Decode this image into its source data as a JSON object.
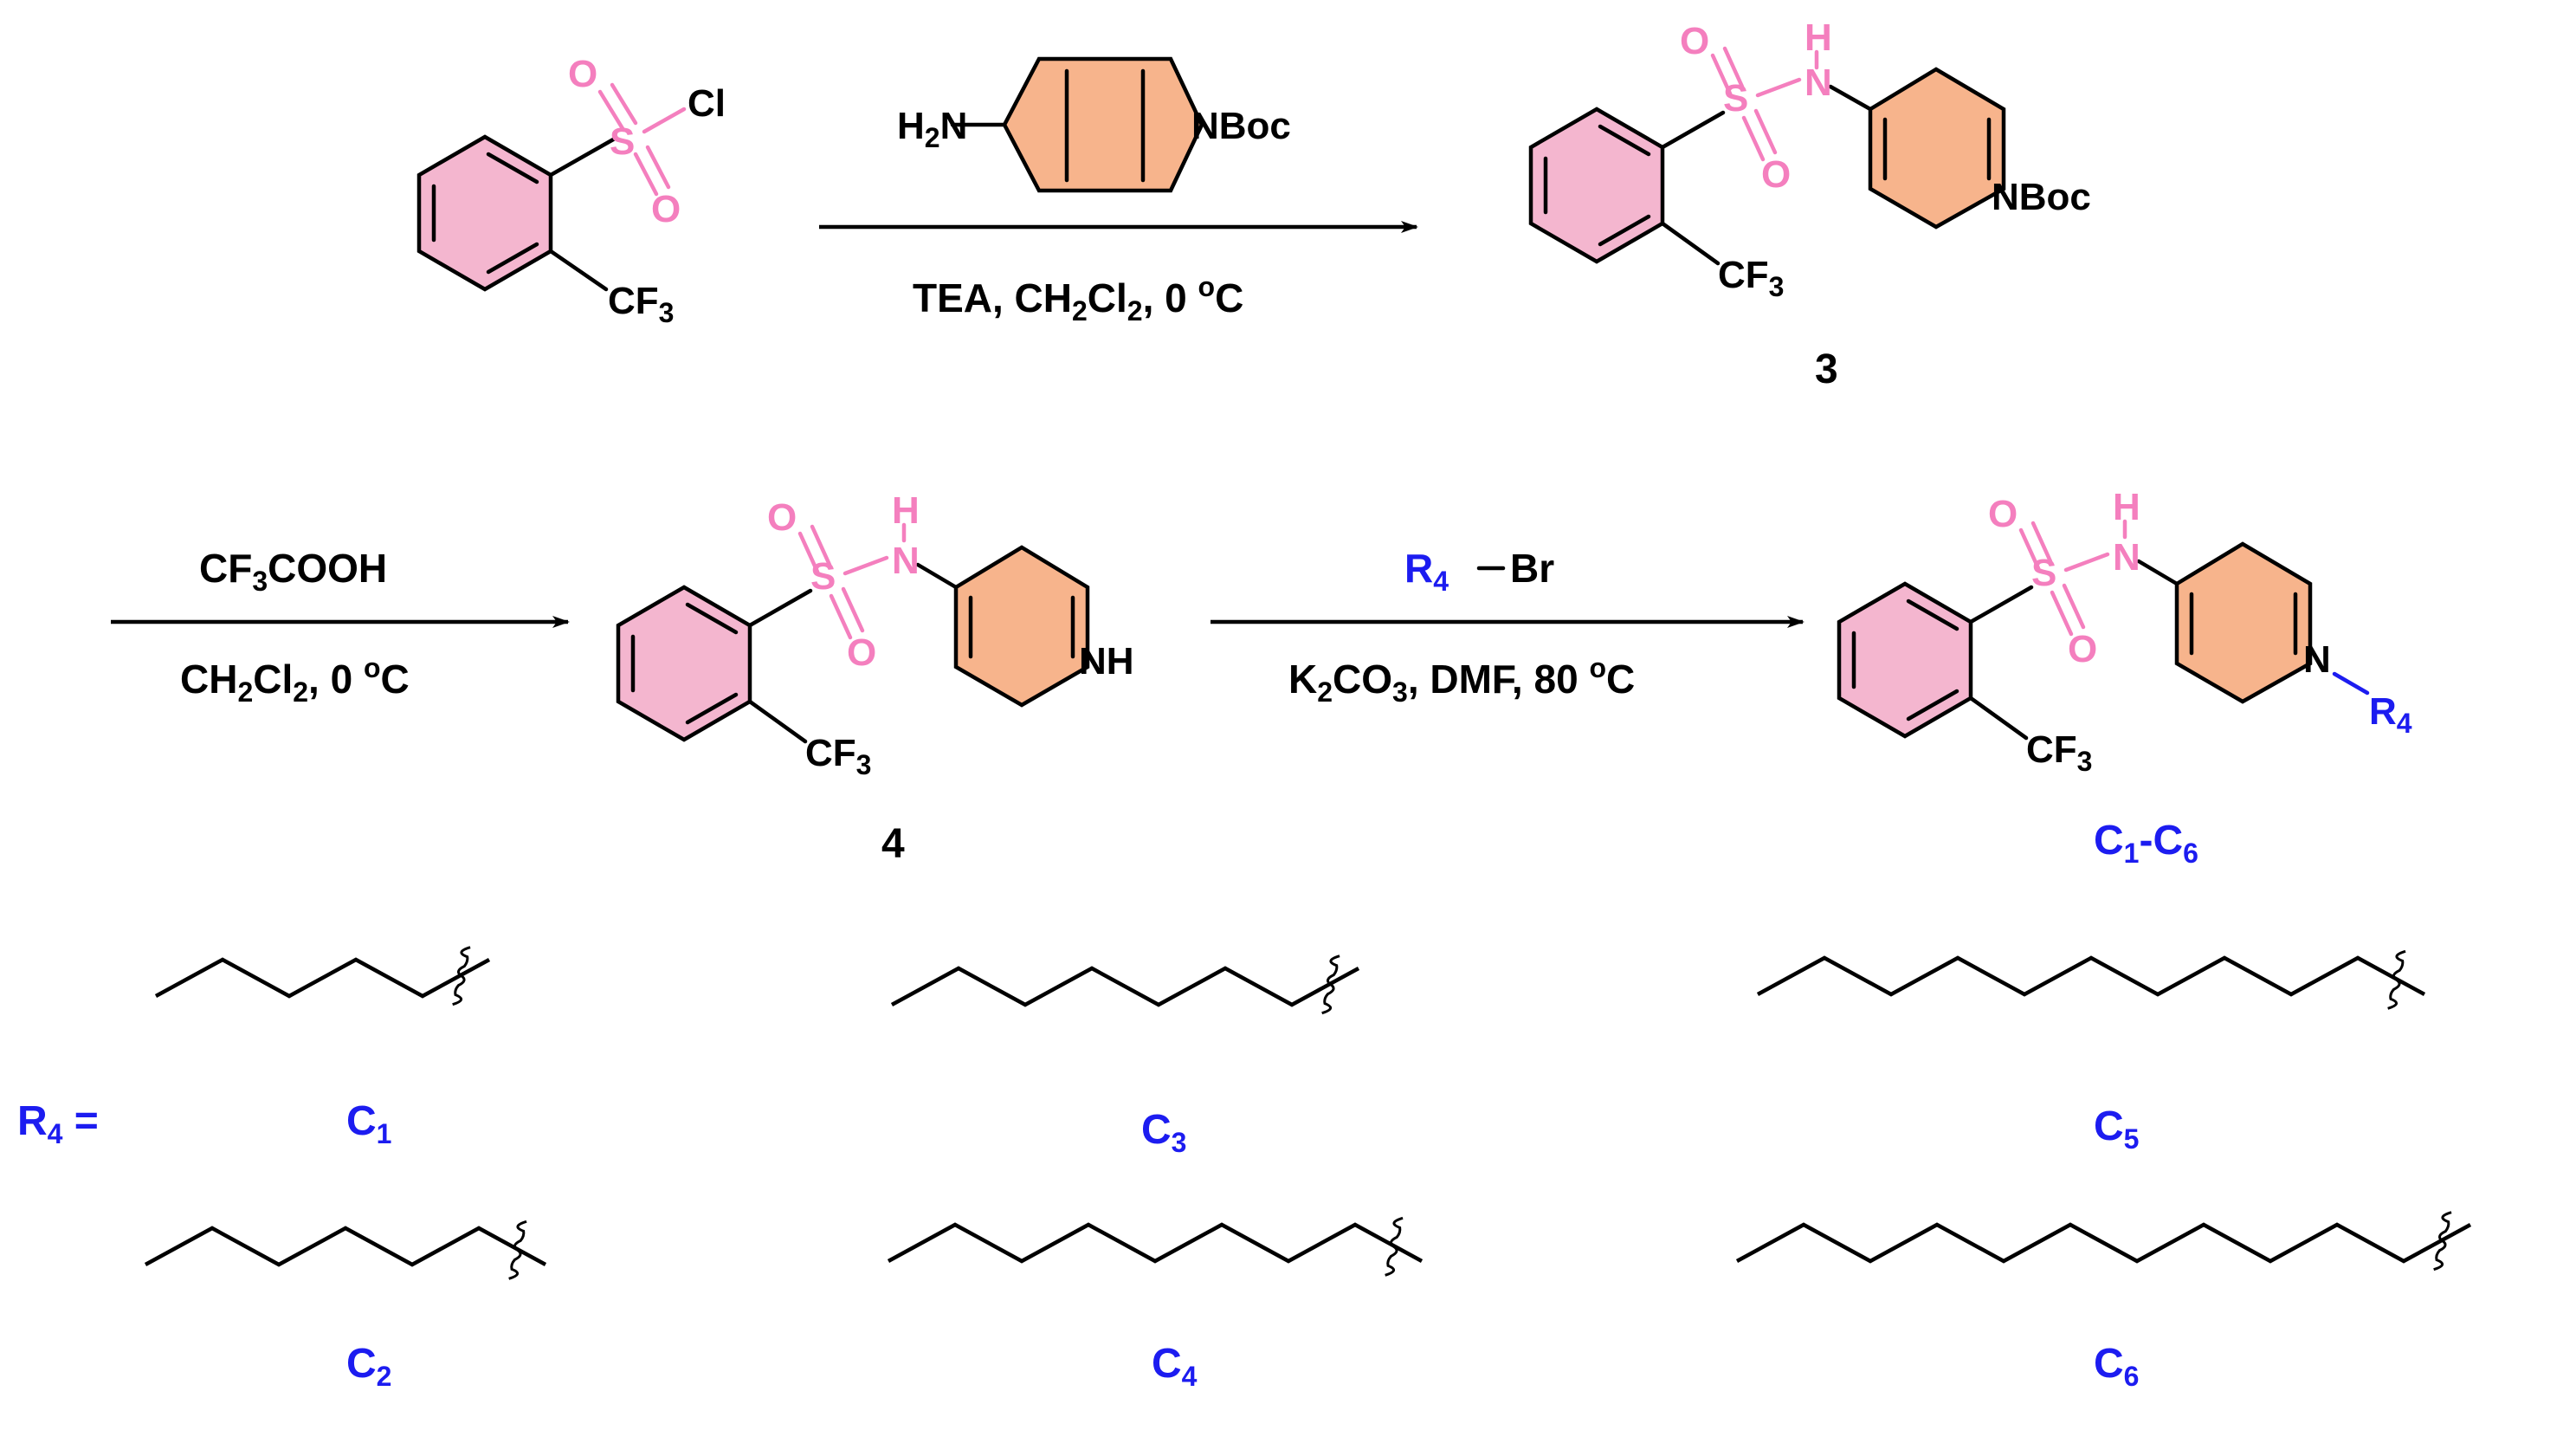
{
  "colors": {
    "benzene_fill": "#f4b6cf",
    "piperidine_fill": "#f7b48c",
    "sulfonyl": "#f47fbe",
    "r_group": "#1c1cf0",
    "bond": "#000000"
  },
  "compounds": {
    "sulfonyl_chloride": {
      "cl": "Cl",
      "o": "O",
      "s": "S",
      "cf": "CF",
      "cf_sub": "3"
    },
    "compound3": {
      "label": "3",
      "nh_h": "H",
      "nh_n": "N",
      "nboc": "NBoc"
    },
    "compound4": {
      "label": "4",
      "nh": "NH"
    },
    "products": {
      "label_c": "C",
      "label_sub1": "1",
      "label_dash": "-",
      "label_sub2": "6",
      "n": "N",
      "r": "R",
      "r_sub": "4"
    }
  },
  "reagents": {
    "amine_h": "H",
    "amine_h_sub": "2",
    "amine_n": "N",
    "amine_nboc": "NBoc",
    "alkyl_r": "R",
    "alkyl_r_sub": "4",
    "alkyl_br": "Br"
  },
  "conditions": {
    "step1": {
      "p1": "TEA, CH",
      "s1": "2",
      "p2": "Cl",
      "s2": "2",
      "p3": ", 0 ",
      "deg": "o",
      "p4": "C"
    },
    "step2_top": {
      "p1": "CF",
      "s1": "3",
      "p2": "COOH"
    },
    "step2_bottom": {
      "p1": "CH",
      "s1": "2",
      "p2": "Cl",
      "s2": "2",
      "p3": ", 0 ",
      "deg": "o",
      "p4": "C"
    },
    "step3_bottom": {
      "p1": "K",
      "s1": "2",
      "p2": "CO",
      "s2": "3",
      "p3": ", DMF, 80 ",
      "deg": "o",
      "p4": "C"
    }
  },
  "r4_legend": {
    "prefix": "R",
    "prefix_sub": "4",
    "equals": " =",
    "chains": [
      {
        "letter": "C",
        "sub": "1",
        "carbons": 6
      },
      {
        "letter": "C",
        "sub": "2",
        "carbons": 7
      },
      {
        "letter": "C",
        "sub": "3",
        "carbons": 8
      },
      {
        "letter": "C",
        "sub": "4",
        "carbons": 9
      },
      {
        "letter": "C",
        "sub": "5",
        "carbons": 11
      },
      {
        "letter": "C",
        "sub": "6",
        "carbons": 12
      }
    ]
  }
}
